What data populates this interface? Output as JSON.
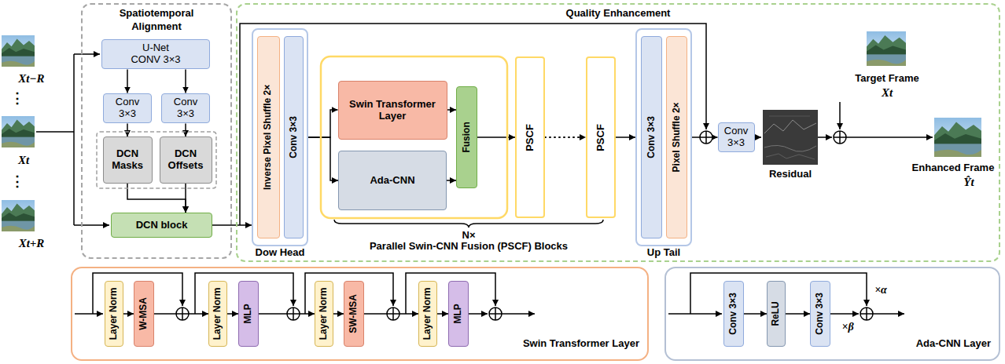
{
  "diagram": {
    "nodes": [
      {
        "text": [
          "Spatiotemporal Alignment"
        ]
      },
      {
        "text": [
          "U-Net CONV 3×3"
        ],
        "in": 0
      },
      {
        "text": [
          "Conv 3×3"
        ],
        "in": 0
      },
      {
        "text": [
          "Conv 3×3"
        ],
        "in": 0
      },
      {
        "text": [
          "DCN Masks"
        ],
        "in": 0
      },
      {
        "text": [
          "DCN Offsets"
        ],
        "in": 0
      },
      {
        "text": [
          "DCN block"
        ],
        "in": 0
      },
      {
        "text": [
          "Quality Enhancement"
        ]
      },
      {
        "text": [
          "Dow Head"
        ],
        "in": 7
      },
      {
        "text": [
          "Inverse Pixel Shuffle 2×"
        ],
        "in": 8
      },
      {
        "text": [
          "Conv 3×3"
        ],
        "in": 8
      },
      {
        "text": [
          "Swin Transformer Layer"
        ],
        "in": 7
      },
      {
        "text": [
          "Ada-CNN"
        ],
        "in": 7
      },
      {
        "text": [
          "Fusion"
        ],
        "in": 7
      },
      {
        "text": [
          "PSCF"
        ],
        "in": 7
      },
      {
        "text": [
          "PSCF"
        ],
        "in": 7
      },
      {
        "text": [
          "Up Tail"
        ],
        "in": 7
      },
      {
        "text": [
          "Conv 3×3"
        ],
        "in": 16
      },
      {
        "text": [
          "Pixel Shuffle 2×"
        ],
        "in": 16
      },
      {
        "text": [
          "Conv 3×3"
        ],
        "in": 7
      },
      {
        "text": [
          "Swin Transformer Layer"
        ]
      },
      {
        "text": [
          "Layer Norm"
        ],
        "in": 20
      },
      {
        "text": [
          "W-MSA"
        ],
        "in": 20
      },
      {
        "text": [
          "Layer Norm"
        ],
        "in": 20
      },
      {
        "text": [
          "MLP"
        ],
        "in": 20
      },
      {
        "text": [
          "Layer Norm"
        ],
        "in": 20
      },
      {
        "text": [
          "SW-MSA"
        ],
        "in": 20
      },
      {
        "text": [
          "Layer Norm"
        ],
        "in": 20
      },
      {
        "text": [
          "MLP"
        ],
        "in": 20
      },
      {
        "text": [
          "Ada-CNN Layer"
        ]
      },
      {
        "text": [
          "Conv 3×3"
        ],
        "in": 29
      },
      {
        "text": [
          "ReLU"
        ],
        "in": 29
      },
      {
        "text": [
          "Conv 3×3"
        ],
        "in": 29
      }
    ],
    "edges": [
      {
        "from": 1,
        "to": 2,
        "arrow": "to"
      },
      {
        "from": 1,
        "to": 3,
        "arrow": "to"
      },
      {
        "from": 2,
        "to": 4,
        "arrow": "to"
      },
      {
        "from": 3,
        "to": 5,
        "arrow": "to"
      },
      {
        "from": 4,
        "to": 6,
        "arrow": "to"
      },
      {
        "from": 5,
        "to": 6,
        "arrow": "to"
      },
      {
        "from": 6,
        "to": 8,
        "arrow": "to"
      },
      {
        "from": 8,
        "to": 11,
        "arrow": "to"
      },
      {
        "from": 8,
        "to": 12,
        "arrow": "to"
      },
      {
        "from": 11,
        "to": 13,
        "arrow": "to"
      },
      {
        "from": 12,
        "to": 13,
        "arrow": "to"
      },
      {
        "from": 13,
        "to": 14,
        "arrow": "to"
      },
      {
        "from": 14,
        "to": 15,
        "arrow": "to"
      },
      {
        "from": 15,
        "to": 16,
        "arrow": "to"
      },
      {
        "from": 16,
        "to": 19,
        "arrow": "to"
      },
      {
        "from": 21,
        "to": 22,
        "arrow": "to"
      },
      {
        "from": 22,
        "to": 23,
        "arrow": "to"
      },
      {
        "from": 23,
        "to": 24,
        "arrow": "to"
      },
      {
        "from": 24,
        "to": 25,
        "arrow": "to"
      },
      {
        "from": 25,
        "to": 26,
        "arrow": "to"
      },
      {
        "from": 26,
        "to": 27,
        "arrow": "to"
      },
      {
        "from": 27,
        "to": 28,
        "arrow": "to"
      },
      {
        "from": 30,
        "to": 31,
        "arrow": "to"
      },
      {
        "from": 31,
        "to": 32,
        "arrow": "to"
      }
    ],
    "labels": [
      "Xt−R",
      "⋮",
      "Xt",
      "⋮",
      "Xt+R",
      "N×",
      "Parallel Swin-CNN Fusion (PSCF) Blocks",
      "Residual",
      "Target Frame",
      "Xt",
      "Enhanced Frame",
      "Ŷt",
      "×α",
      "×β"
    ]
  }
}
